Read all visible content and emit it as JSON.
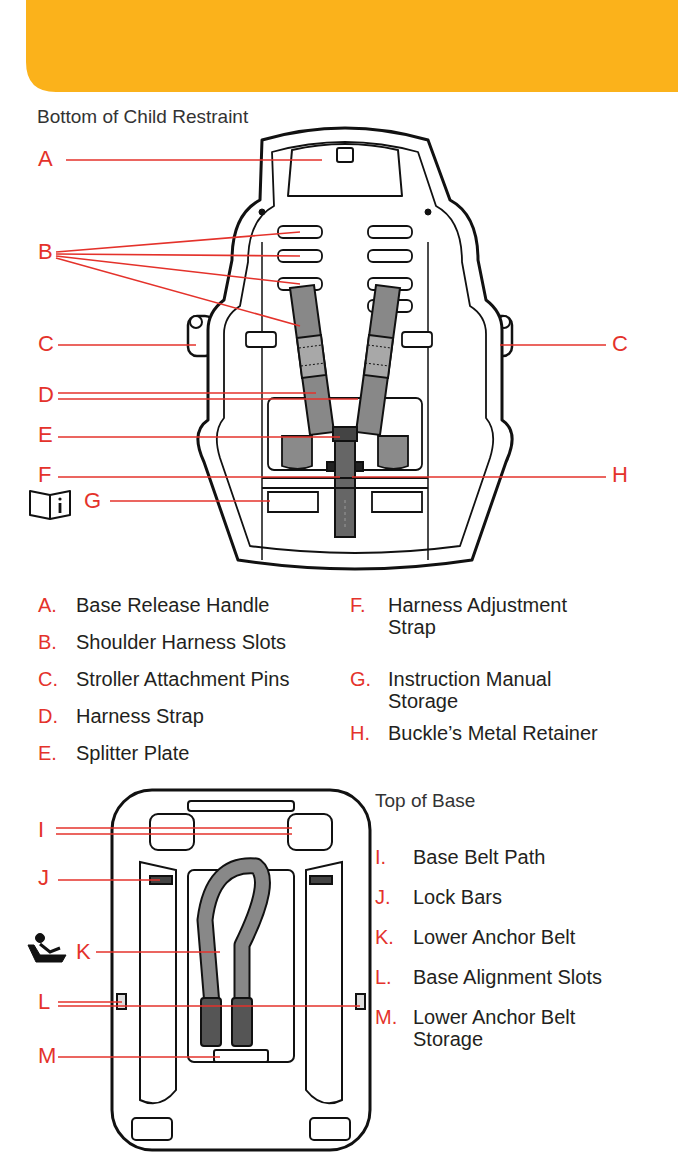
{
  "diagram": {
    "labels": [
      "Bottom of Child Restraint",
      "A",
      "B",
      "C",
      "C",
      "D",
      "E",
      "F",
      "H",
      "G",
      "A.",
      "Base Release Handle",
      "B.",
      "Shoulder Harness Slots",
      "C.",
      "Stroller Attachment Pins",
      "D.",
      "Harness Strap",
      "E.",
      "Splitter Plate",
      "F.",
      "Harness Adjustment Strap",
      "G.",
      "Instruction Manual Storage",
      "H.",
      "Buckle’s Metal Retainer",
      "Top of Base",
      "I",
      "J",
      "K",
      "L",
      "M",
      "I.",
      "Base Belt Path",
      "J.",
      "Lock Bars",
      "K.",
      "Lower Anchor Belt",
      "L.",
      "Base Alignment Slots",
      "M.",
      "Lower Anchor Belt Storage"
    ]
  }
}
